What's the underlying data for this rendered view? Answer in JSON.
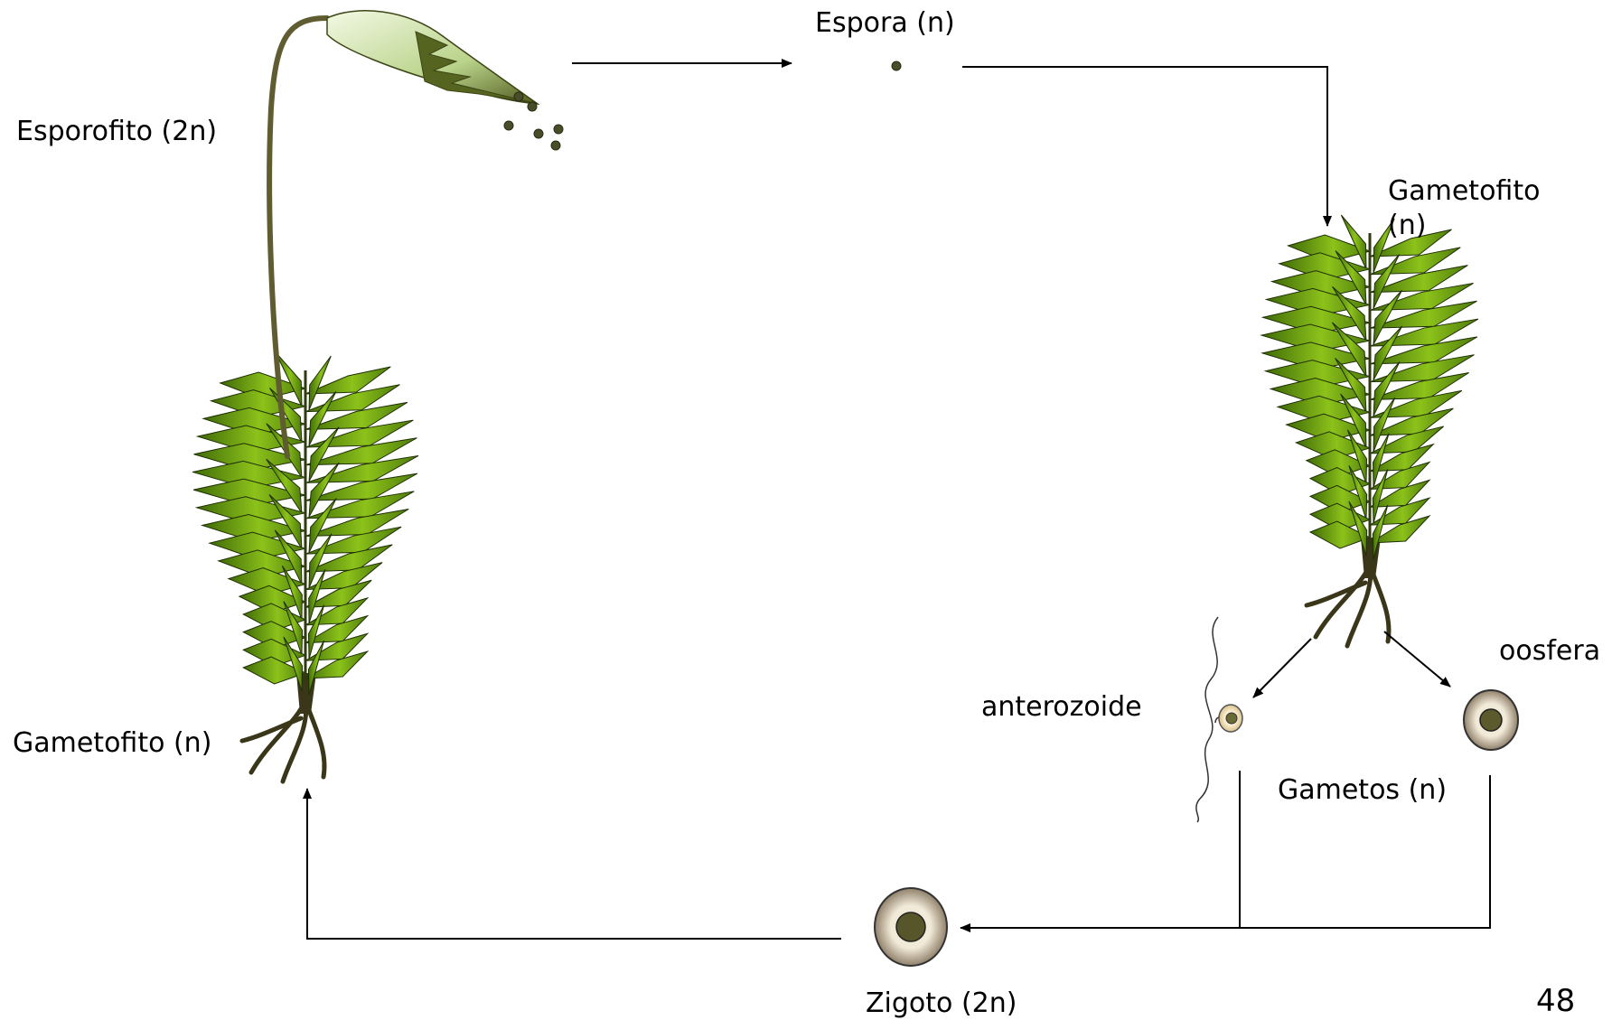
{
  "labels": {
    "esporofito": "Esporofito (2n)",
    "espora": "Espora (n)",
    "gametofito_right_1": "Gametofito",
    "gametofito_right_2": "(n)",
    "gametofito_left": "Gametofito (n)",
    "oosfera": "oosfera",
    "anterozoide": "anterozoide",
    "gametos": "Gametos (n)",
    "zigoto": "Zigoto (2n)"
  },
  "page_number": "48",
  "colors": {
    "leaf_dark": "#3f6a08",
    "leaf_light": "#8cc21a",
    "stem": "#3d3a1c",
    "seta": "#6b6a3a",
    "capsule_light": "#eef6dc",
    "capsule_dark": "#4f5a1c",
    "spore": "#4a4d2a",
    "zygote_ring": "#c9b89a",
    "zygote_core": "#59592c",
    "sperm_fill": "#f6e6be",
    "arrow": "#000000"
  }
}
